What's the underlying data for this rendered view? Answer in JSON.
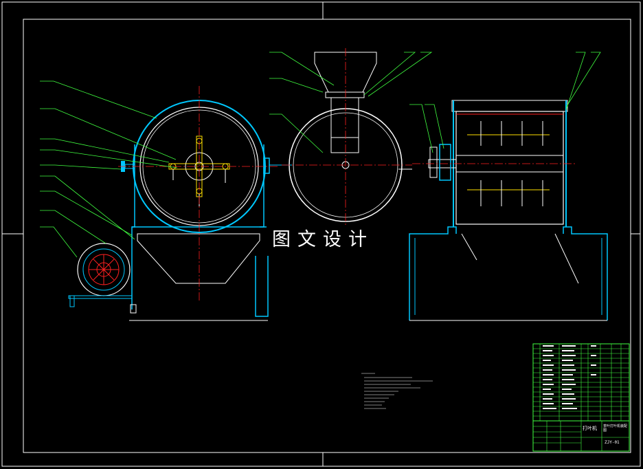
{
  "watermark": "图文设计",
  "title_block": {
    "drawing_name": "打叶机",
    "subtitle": "茶叶打叶机装配图",
    "drawing_no": "ZJY-01"
  },
  "colors": {
    "background": "#000000",
    "border": "#ffffff",
    "outline": "#ffffff",
    "hidden_cyan": "#00c8ff",
    "center_red": "#ff2020",
    "leader_green": "#40ff40",
    "part_yellow": "#ffe000"
  }
}
